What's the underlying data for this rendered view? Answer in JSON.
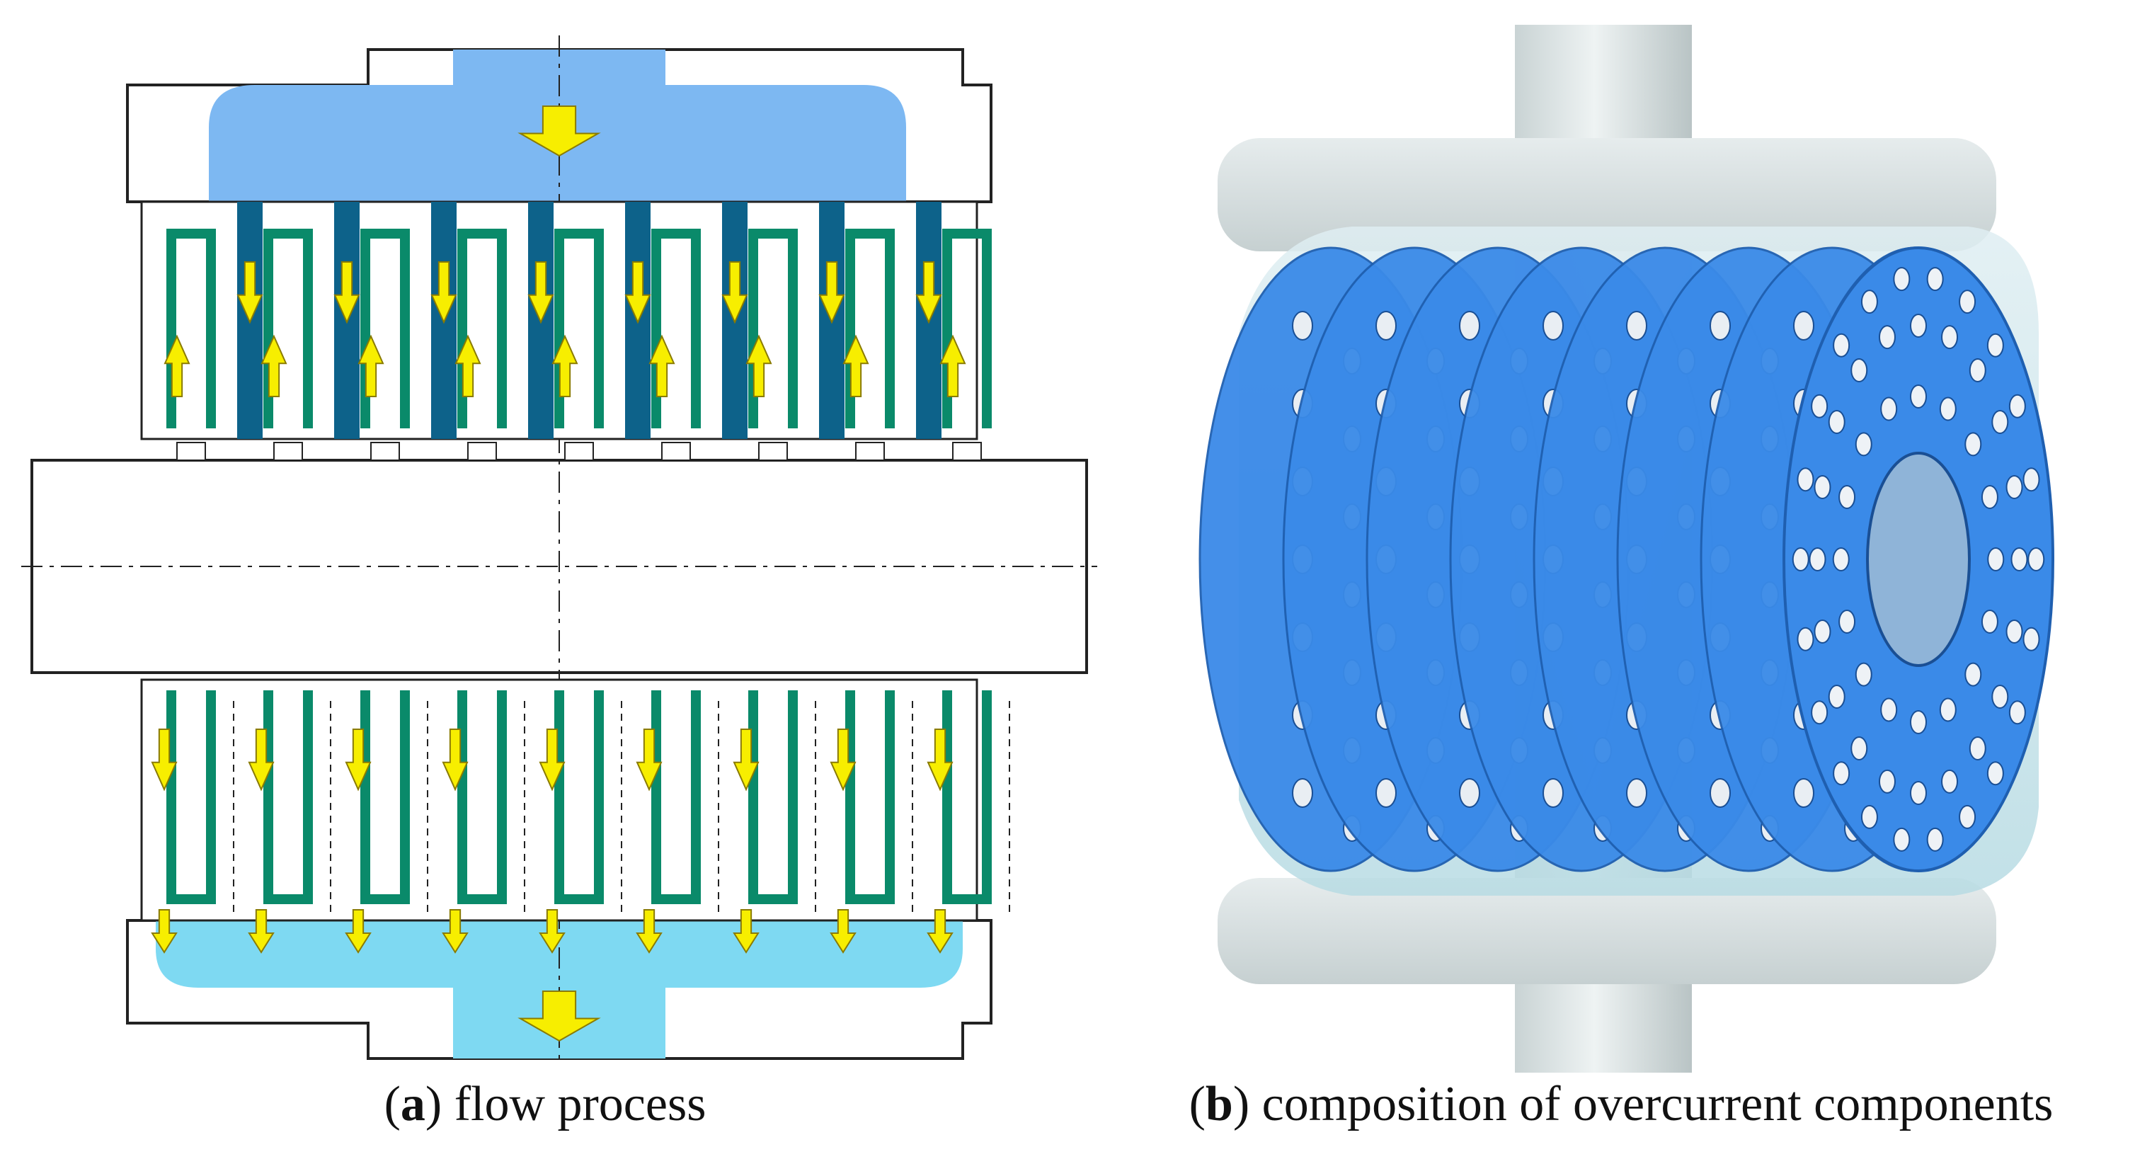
{
  "captions": {
    "a": {
      "letter": "a",
      "text": "flow process"
    },
    "b": {
      "letter": "b",
      "text": "composition of overcurrent components"
    }
  },
  "colors": {
    "inlet_chamber": "#7db8f2",
    "outlet_chamber": "#7ed9f2",
    "flow_channel": "#0d628a",
    "disc_wall": "#0a8a6a",
    "arrow": "#f7ee00",
    "outline": "#222222",
    "disc_face": "#3a8ae8",
    "housing": "#d3dcdd"
  },
  "icons": {
    "flow_arrow": "down-arrow-icon",
    "return_arrow": "up-arrow-icon"
  }
}
